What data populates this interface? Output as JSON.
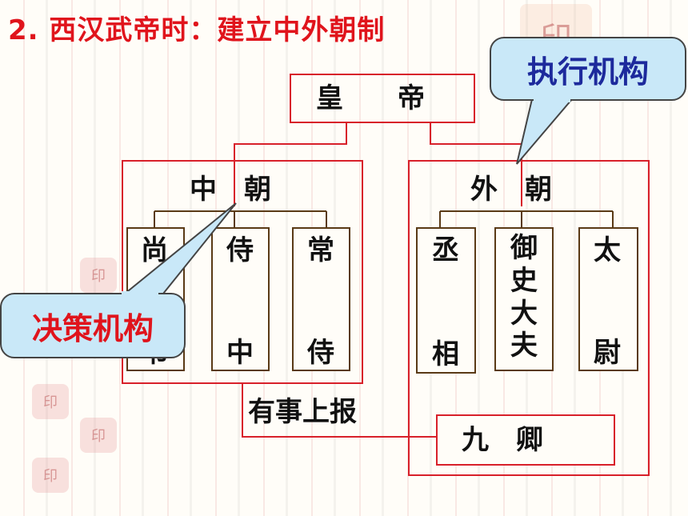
{
  "title": "2. 西汉武帝时：建立中外朝制",
  "emperor": "皇　　帝",
  "inner_court": {
    "label": "中　朝",
    "officials": [
      {
        "top": "尚",
        "bottom": "书"
      },
      {
        "top": "侍",
        "bottom": "中"
      },
      {
        "top": "常",
        "bottom": "侍"
      }
    ]
  },
  "outer_court": {
    "label": "外　朝",
    "officials": [
      {
        "top": "丞",
        "bottom": "相"
      },
      {
        "top": "御史大夫",
        "bottom": ""
      },
      {
        "top": "太",
        "bottom": "尉"
      }
    ],
    "nine_ministers": "九　卿"
  },
  "report_label": "有事上报",
  "callouts": {
    "decision": "决策机构",
    "execution": "执行机构"
  },
  "colors": {
    "title": "#e0141c",
    "box_border": "#d8202a",
    "sub_box_border": "#5a3a16",
    "callout_fill": "#c9e8f8",
    "decision_text": "#e0141c",
    "execution_text": "#1d2a9c"
  }
}
